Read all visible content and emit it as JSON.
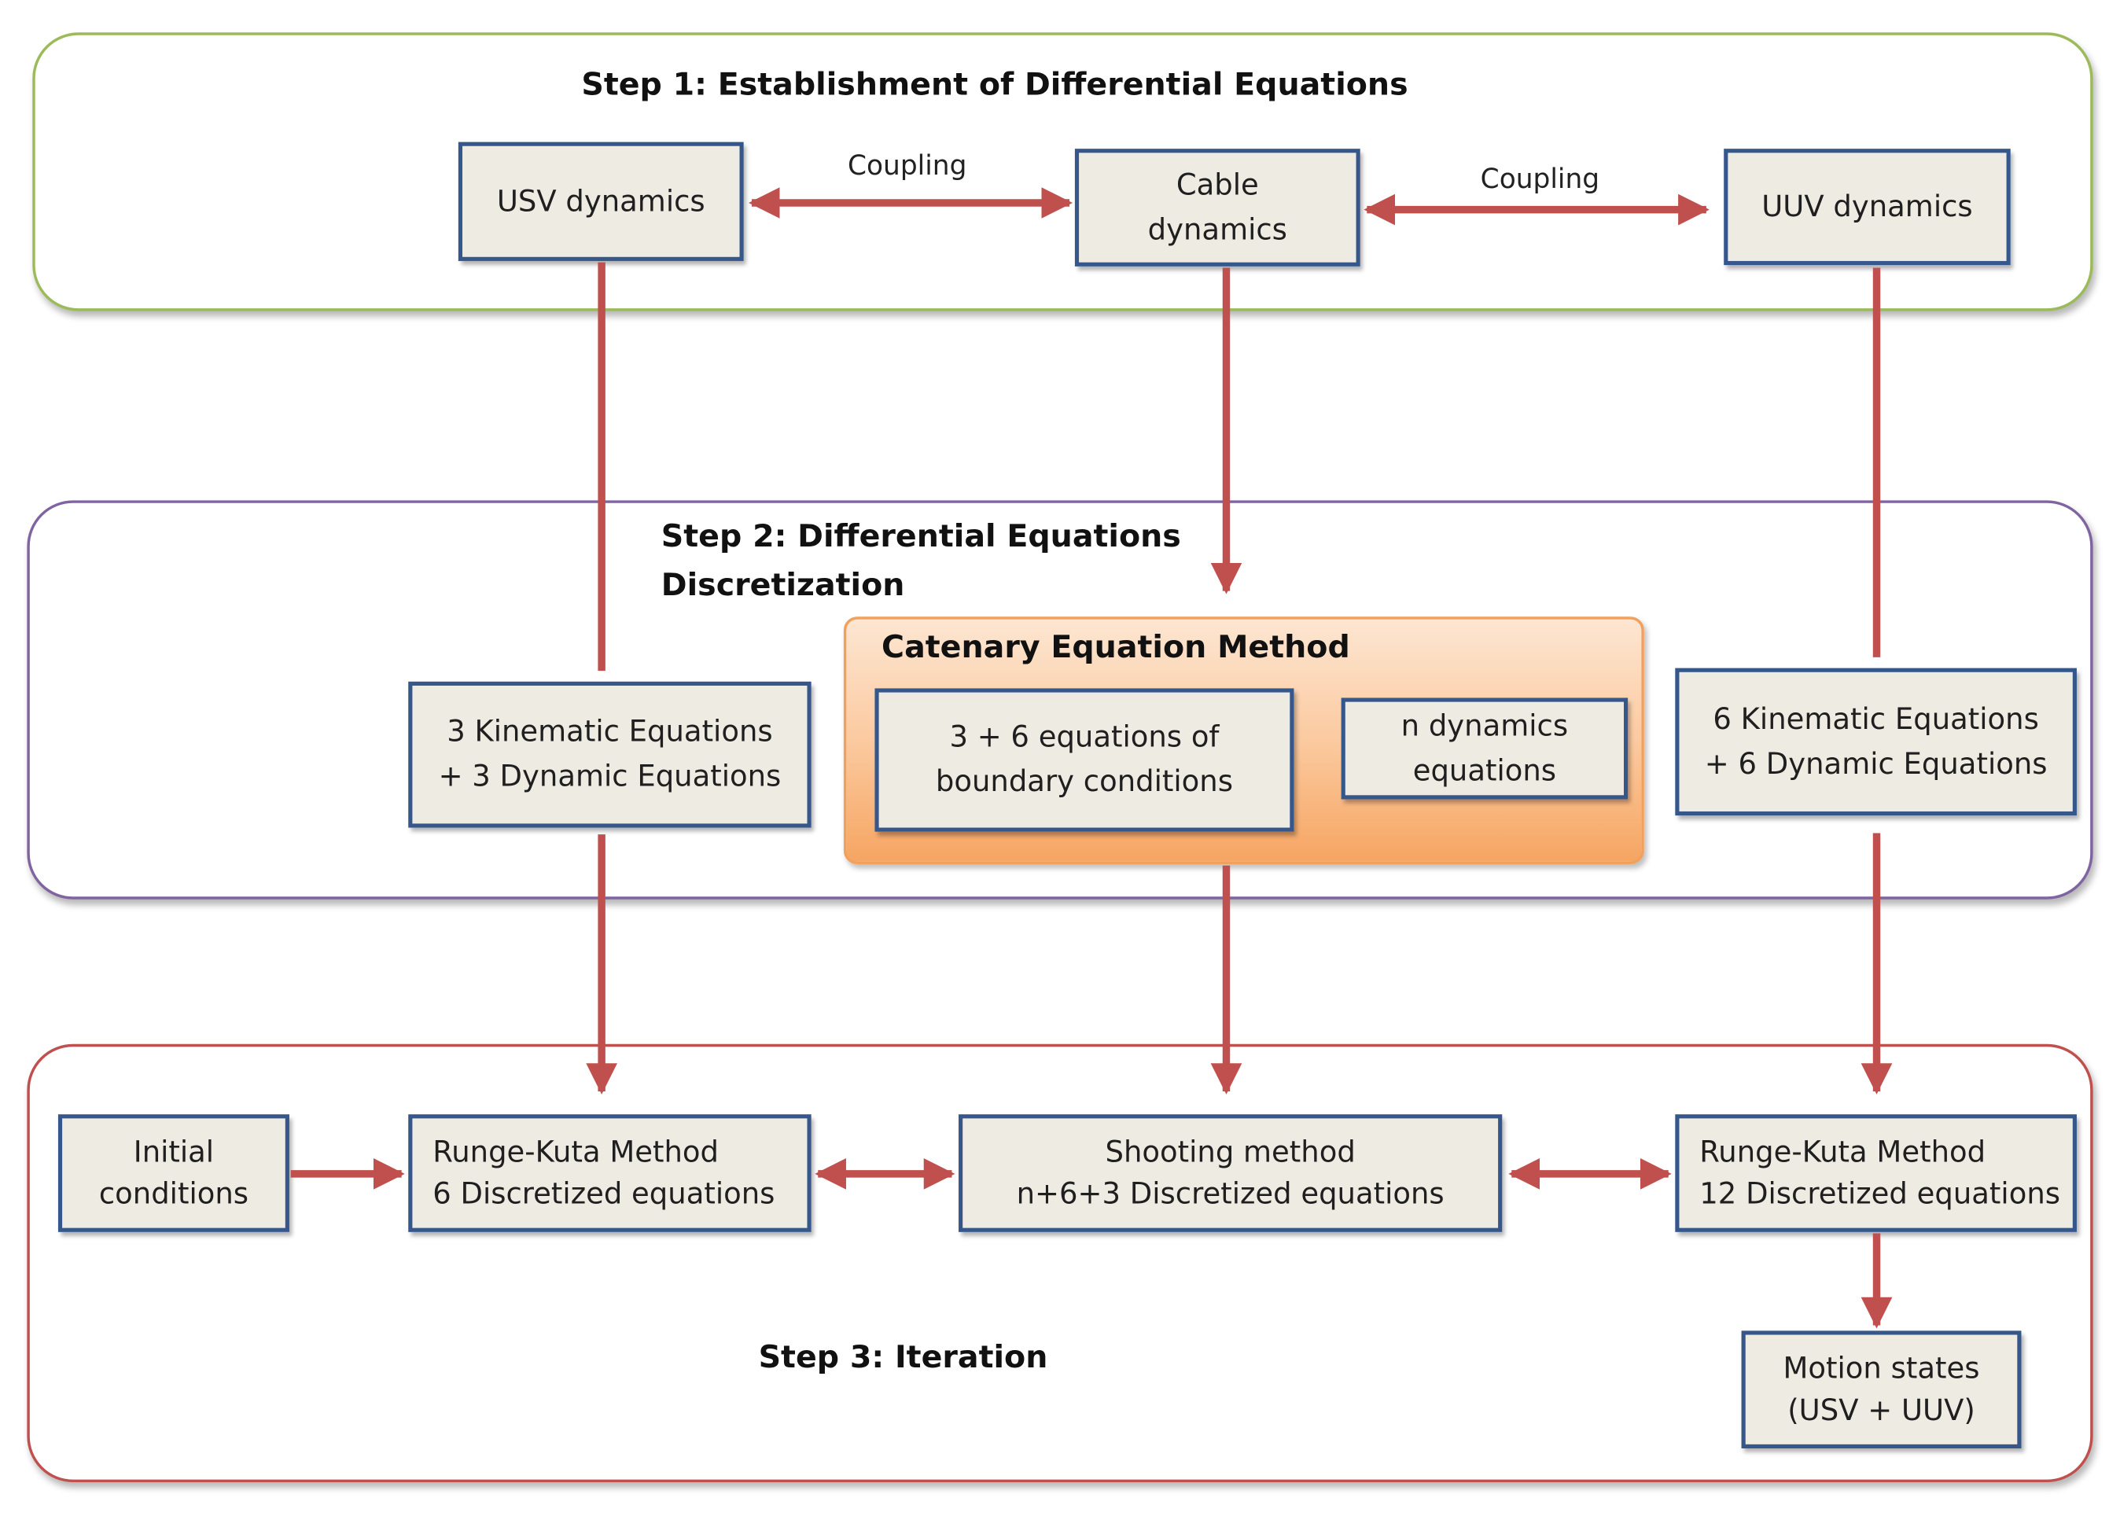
{
  "steps": {
    "step1": {
      "title": "Step 1: Establishment of Differential Equations",
      "border_color": "#9bbb59"
    },
    "step2": {
      "title_line1": "Step 2: Differential Equations",
      "title_line2": "Discretization",
      "border_color": "#8064a2"
    },
    "step3": {
      "title": "Step 3: Iteration",
      "border_color": "#c0504d"
    }
  },
  "step1_nodes": {
    "usv": "USV dynamics",
    "cable_line1": "Cable",
    "cable_line2": "dynamics",
    "uuv": "UUV dynamics",
    "coupling_left": "Coupling",
    "coupling_right": "Coupling"
  },
  "step2_nodes": {
    "usv_eq_line1": "3 Kinematic Equations",
    "usv_eq_line2": "+ 3 Dynamic Equations",
    "catenary_title": "Catenary Equation Method",
    "boundary_line1": "3 + 6 equations of",
    "boundary_line2": "boundary conditions",
    "ndyn_line1": "n dynamics",
    "ndyn_line2": "equations",
    "uuv_eq_line1": "6 Kinematic Equations",
    "uuv_eq_line2": "+ 6 Dynamic Equations"
  },
  "step3_nodes": {
    "initial_line1": "Initial",
    "initial_line2": "conditions",
    "rk_usv_line1": "Runge-Kuta Method",
    "rk_usv_line2": "6 Discretized equations",
    "shooting_line1": "Shooting method",
    "shooting_line2": "n+6+3 Discretized equations",
    "rk_uuv_line1": "Runge-Kuta Method",
    "rk_uuv_line2": "12 Discretized equations",
    "motion_line1": "Motion states",
    "motion_line2": "(USV + UUV)"
  },
  "colors": {
    "arrow": "#c0504d",
    "node_fill": "#eeebe2",
    "node_border": "#35578c",
    "method_fill": "#fbcaa0"
  }
}
